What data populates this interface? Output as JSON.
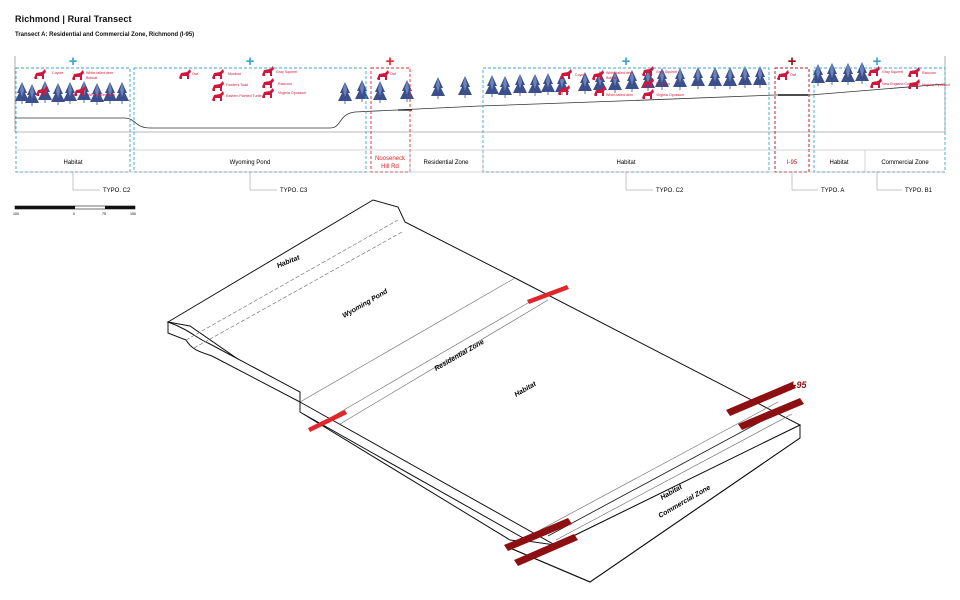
{
  "header": {
    "title": "Richmond | Rural Transect",
    "subtitle": "Transect A: Residential and Commercial Zone, Richmond (I-95)"
  },
  "colors": {
    "habitat_blue": "#3aa4d8",
    "species_red": "#d0163a",
    "highway_darkred": "#8e0f12",
    "road_red": "#e0262b",
    "tree_blue": "#3b4f8c"
  },
  "section": {
    "zones": [
      {
        "label": "Habitat",
        "marker": "+",
        "marker_color": "blue"
      },
      {
        "label": "Wyoming Pond",
        "marker": "+",
        "marker_color": "blue"
      },
      {
        "label": "Nooseneck Hill Rd",
        "label_lines": [
          "Nooseneck",
          "Hill Rd"
        ],
        "marker": "+",
        "marker_color": "red"
      },
      {
        "label": "Residential Zone",
        "marker": "",
        "marker_color": ""
      },
      {
        "label": "Habitat",
        "marker": "+",
        "marker_color": "blue"
      },
      {
        "label": "I-95",
        "marker": "+",
        "marker_color": "darkred"
      },
      {
        "label": "Habitat",
        "marker": "+",
        "marker_color": "blue"
      },
      {
        "label": "Commercial Zone",
        "marker": "",
        "marker_color": ""
      }
    ],
    "typologies": [
      "TYPO. C2",
      "TYPO. C3",
      "TYPO. C2",
      "TYPO. A",
      "TYPO. B1"
    ],
    "species": {
      "habitat_1": [
        "Coyote",
        "White-tailed deer",
        "Bobcat",
        "White-tailed deer"
      ],
      "wyoming_pond": [
        "Owl",
        "Muskrat",
        "Gray Squirrel",
        "Fowler's Toad",
        "Raccoon",
        "Eastern Painted Turtle",
        "Virginia Opossum"
      ],
      "nooseneck": [
        "Owl"
      ],
      "habitat_2": [
        "Coyote",
        "White-tailed deer",
        "Bobcat",
        "White-tailed deer",
        "Gray Squirrel",
        "Raccoon",
        "Virginia Opossum"
      ],
      "i95": [
        "Owl"
      ],
      "habitat_3": [
        "Gray Squirrel",
        "Raccoon",
        "New England Cottontail",
        "Virginia Opossum"
      ]
    },
    "scale_bar": [
      "100",
      "0",
      "75",
      "150"
    ]
  },
  "isometric": {
    "labels": {
      "habitat_top": "Habitat",
      "wyoming_pond": "Wyoming Pond",
      "residential_zone": "Residential Zone",
      "habitat_mid": "Habitat",
      "habitat_low": "Habitat",
      "commercial_zone": "Commercial Zone",
      "i95": "I-95"
    }
  }
}
